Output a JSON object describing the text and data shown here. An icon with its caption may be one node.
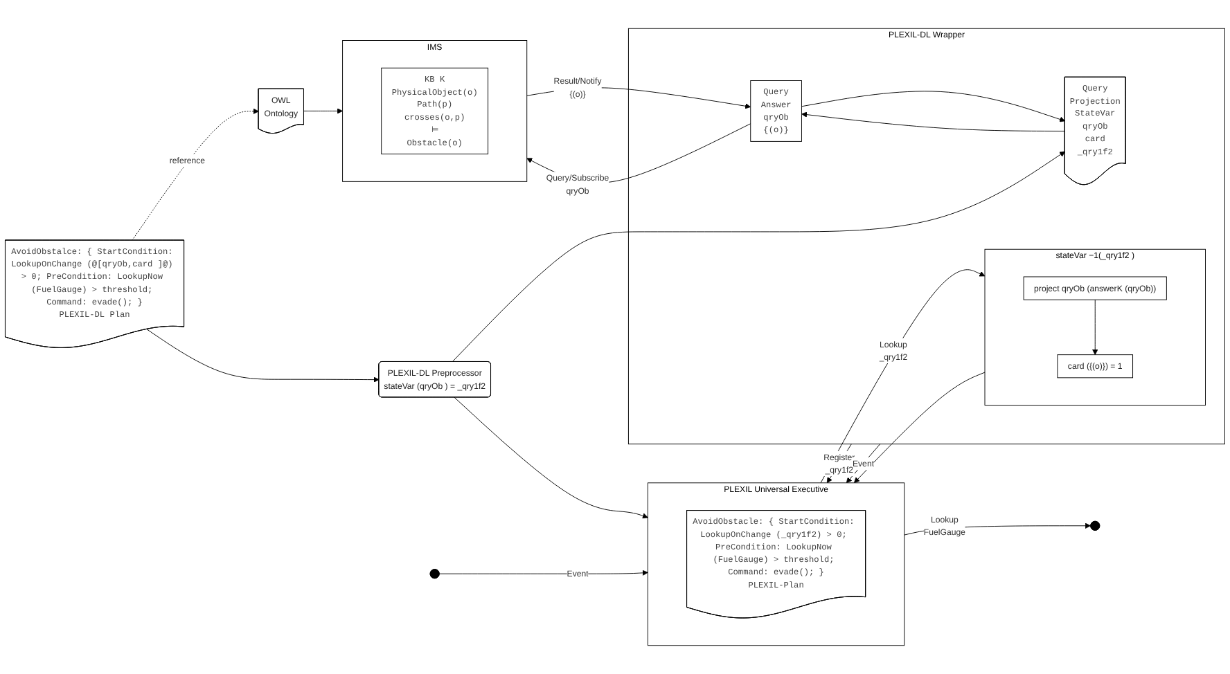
{
  "diagram": {
    "nodes": [
      {
        "text": [
          "AvoidObstalce: { StartCondition: LookupOnChange (@[qryOb,card ]@) > 0; PreCondition: LookupNow (FuelGauge) > threshold; Command: evade(); }",
          "PLEXIL-DL Plan"
        ]
      },
      {
        "text": [
          "OWL",
          "Ontology"
        ]
      },
      {
        "text": [
          "PLEXIL-DL Preprocessor",
          "stateVar (qryOb ) = _qry1f2"
        ]
      },
      {
        "text": [
          "PLEXIL-DL Wrapper"
        ]
      },
      {
        "text": [
          "Query",
          "Projection",
          "StateVar",
          "qryOb",
          "card",
          "_qry1f2"
        ],
        "in": 3
      },
      {
        "text": [
          "Query",
          "Answer",
          "qryOb",
          "{(o)}"
        ],
        "in": 3
      },
      {
        "text": [
          "stateVar −1(_qry1f2 )"
        ],
        "in": 3
      },
      {
        "text": [
          "project qryOb (answerK (qryOb))"
        ],
        "in": 6
      },
      {
        "text": [
          "card ({(o)}) = 1"
        ],
        "in": 6
      },
      {
        "text": [
          "IMS"
        ]
      },
      {
        "text": [
          "KB K",
          "PhysicalObject(o)",
          "Path(p)",
          "crosses(o,p)",
          "⊨",
          "Obstacle(o)"
        ],
        "in": 9
      },
      {
        "text": [
          "PLEXIL Universal Executive"
        ]
      },
      {
        "text": [
          "AvoidObstacle: { StartCondition: LookupOnChange (_qry1f2) > 0; PreCondition: LookupNow (FuelGauge) > threshold; Command: evade(); }",
          "PLEXIL-Plan"
        ],
        "in": 11
      },
      {
        "text": [],
        "shape": "circle"
      },
      {
        "text": [],
        "shape": "circle"
      }
    ],
    "edges": [
      {
        "from": 0,
        "to": 1,
        "arrow": "to",
        "label": "reference",
        "style": "dashed"
      },
      {
        "from": 1,
        "to": 9,
        "arrow": "to"
      },
      {
        "from": 0,
        "to": 2,
        "arrow": "to"
      },
      {
        "from": 2,
        "to": 11,
        "arrow": "to"
      },
      {
        "from": 2,
        "to": 4,
        "arrow": "to"
      },
      {
        "from": 4,
        "to": 5,
        "arrow": "to"
      },
      {
        "from": 5,
        "to": 4,
        "arrow": "to"
      },
      {
        "from": 5,
        "to": 9,
        "arrow": "to",
        "label": "Query/Subscribe qryOb"
      },
      {
        "from": 9,
        "to": 5,
        "arrow": "to",
        "label": "Result/Notify {(o)}"
      },
      {
        "from": 3,
        "to": 11,
        "arrow": "to",
        "label": "Register _qry1f2"
      },
      {
        "from": 3,
        "to": 11,
        "arrow": "to",
        "label": "Event"
      },
      {
        "from": 11,
        "to": 6,
        "arrow": "to",
        "label": "Lookup _qry1f2"
      },
      {
        "from": 6,
        "to": 11,
        "arrow": "to"
      },
      {
        "from": 7,
        "to": 8,
        "arrow": "to"
      },
      {
        "from": 11,
        "to": 13,
        "arrow": "to",
        "label": "Lookup FuelGauge"
      },
      {
        "from": 14,
        "to": 11,
        "arrow": "to",
        "label": "Event"
      }
    ]
  }
}
